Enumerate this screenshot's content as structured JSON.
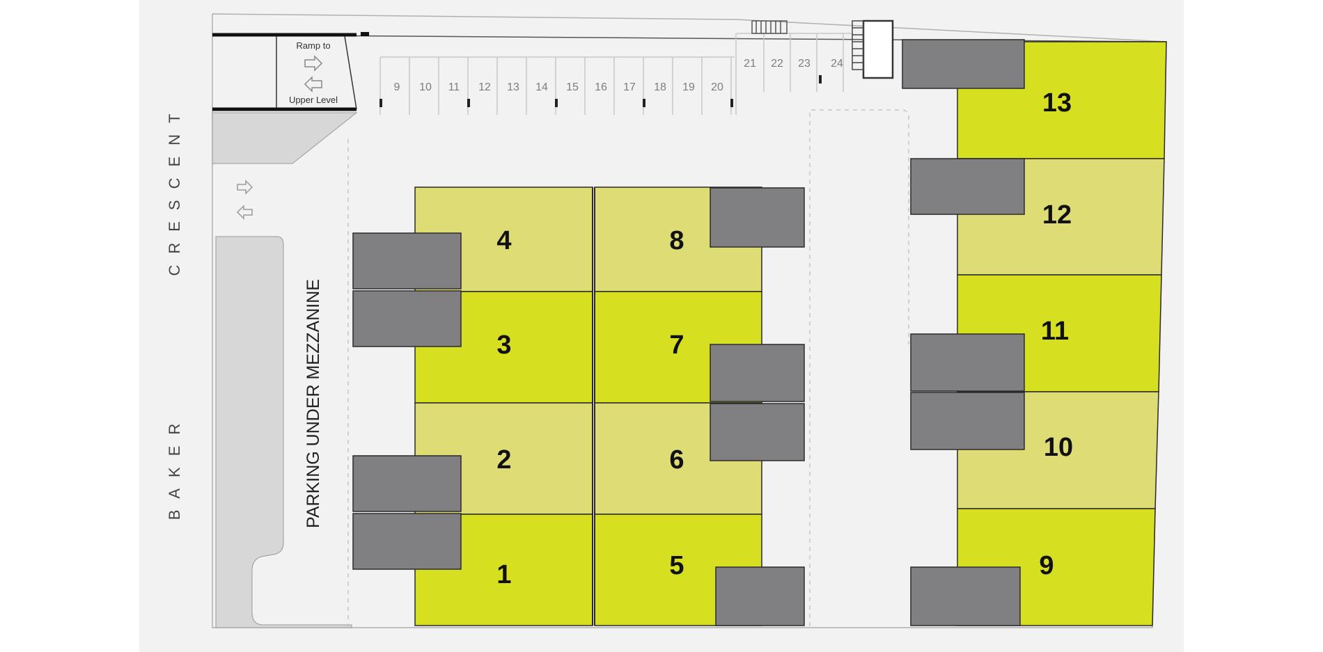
{
  "streets": {
    "left_upper": "CRESCENT",
    "left_lower": "BAKER"
  },
  "labels": {
    "parking_under_mezzanine": "PARKING UNDER MEZZANINE",
    "ramp_line1": "Ramp to",
    "ramp_line2": "Upper Level"
  },
  "stalls": [
    "9",
    "10",
    "11",
    "12",
    "13",
    "14",
    "15",
    "16",
    "17",
    "18",
    "19",
    "20",
    "21",
    "22",
    "23",
    "24"
  ],
  "units": {
    "u1": "1",
    "u2": "2",
    "u3": "3",
    "u4": "4",
    "u5": "5",
    "u6": "6",
    "u7": "7",
    "u8": "8",
    "u9": "9",
    "u10": "10",
    "u11": "11",
    "u12": "12",
    "u13": "13"
  },
  "colors": {
    "background": "#f2f2f2",
    "unit_bright": "#d6e020",
    "unit_pale": "#dedc75",
    "building_gray": "#808082",
    "walkway_gray": "#d7d7d7",
    "line": "#2a2a2a"
  }
}
